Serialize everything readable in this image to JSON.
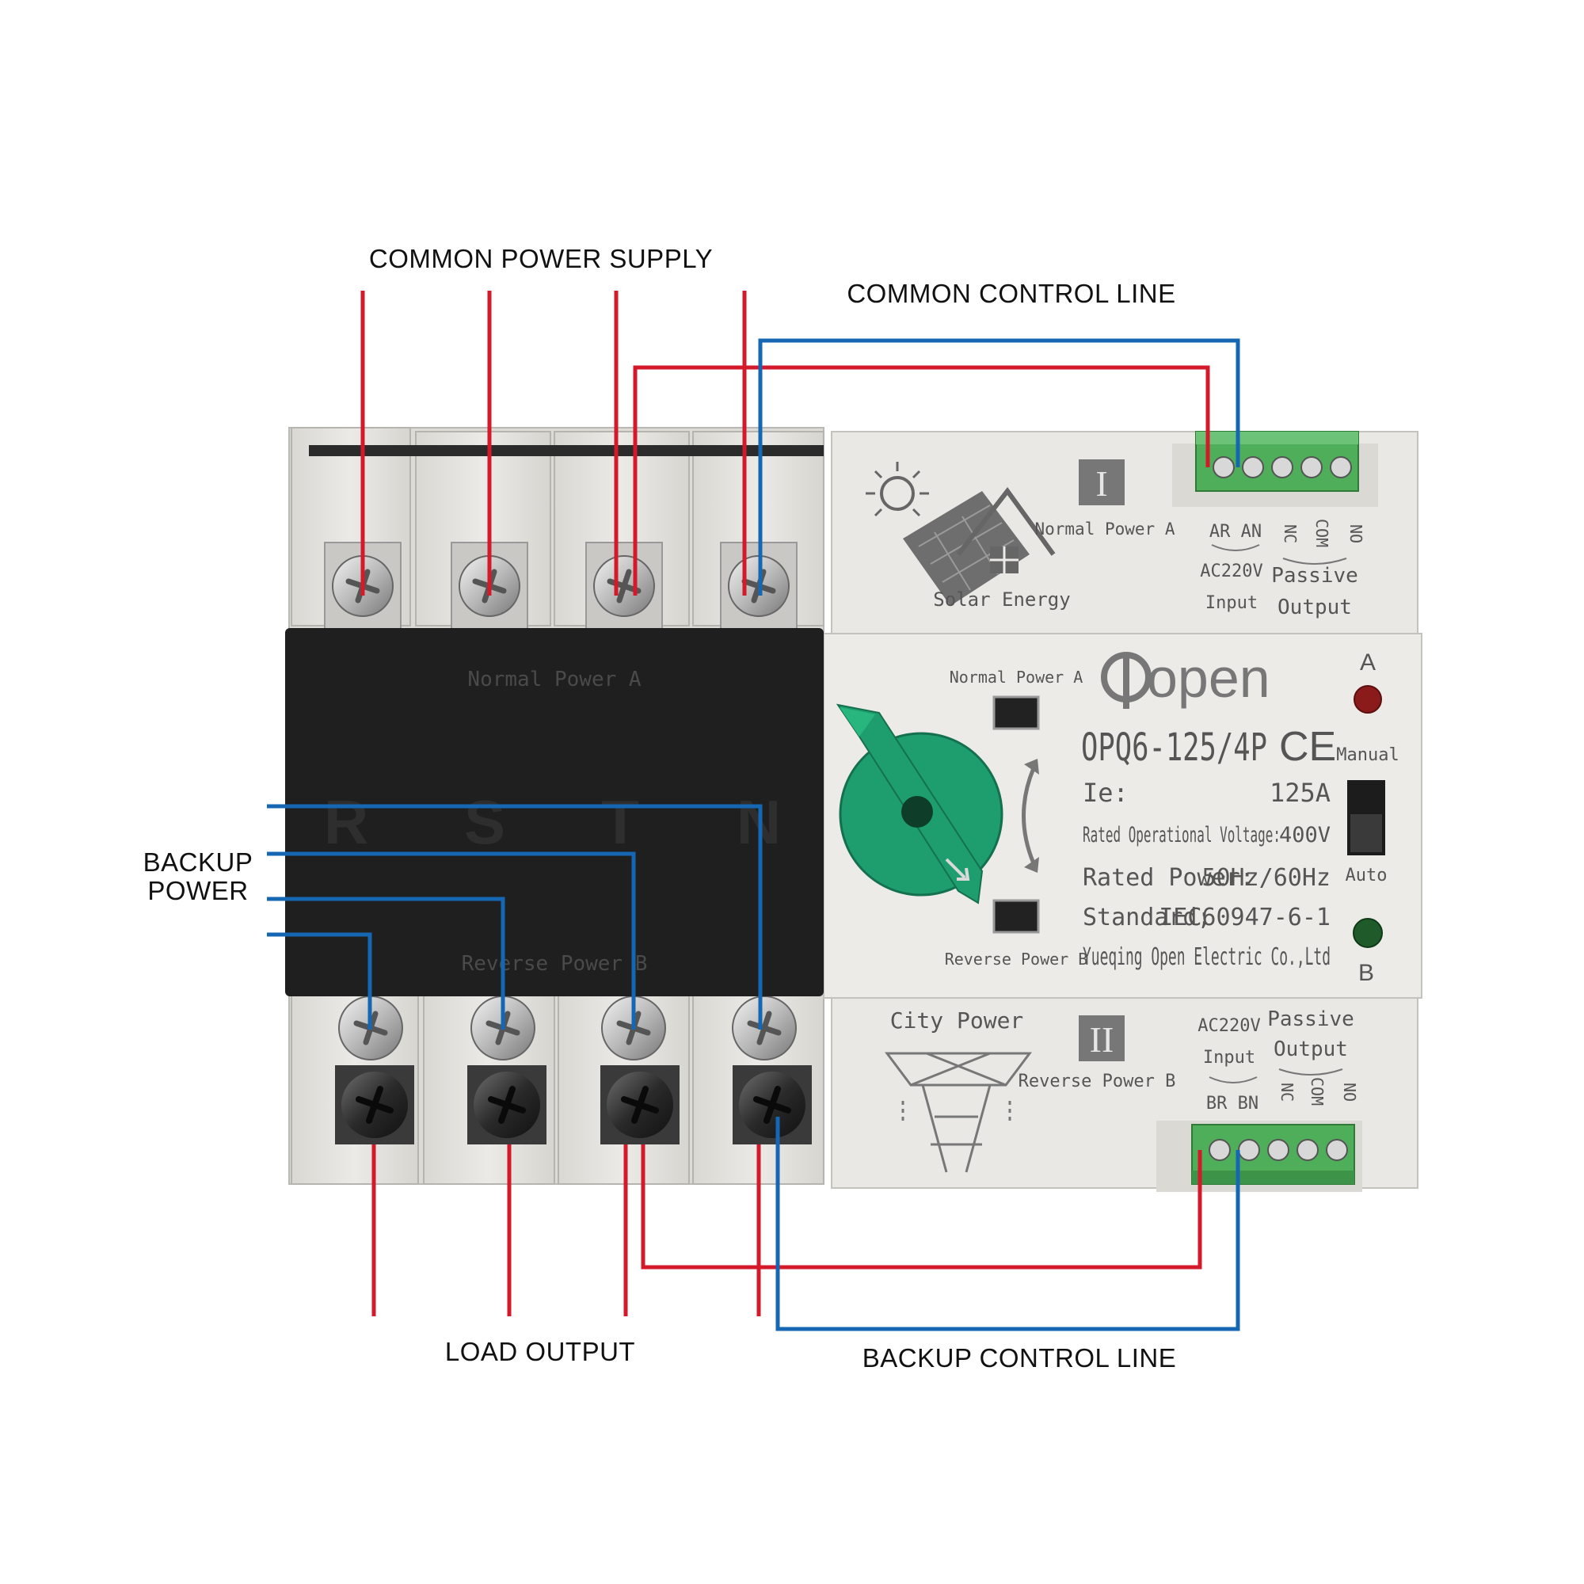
{
  "labels": {
    "common_power_supply": "COMMON POWER SUPPLY",
    "common_control_line": "COMMON CONTROL LINE",
    "backup_power_line1": "BACKUP",
    "backup_power_line2": "POWER",
    "load_output": "LOAD OUTPUT",
    "backup_control_line": "BACKUP CONTROL LINE"
  },
  "device": {
    "brand": "open",
    "model": "OPQ6-125/4P",
    "ce_mark": "CE",
    "ie_label": "Ie:",
    "ie_value": "125A",
    "voltage_label": "Rated Operational Voltage:",
    "voltage_value": "400V",
    "power_label": "Rated Power:",
    "power_value": "50Hz/60Hz",
    "standard_label": "Standard;",
    "standard_value": "IEC60947-6-1",
    "manufacturer": "Yueqing Open Electric Co.,Ltd",
    "indicator_a": "A",
    "indicator_b": "B",
    "manual": "Manual",
    "auto": "Auto",
    "switch_top_label": "Normal Power A",
    "switch_bottom_label": "Reverse Power B"
  },
  "top_module": {
    "roman": "I",
    "title": "Normal Power A",
    "icon_caption": "Solar Energy",
    "terminal_ar_an": "AR AN",
    "ac_input_1": "AC220V",
    "ac_input_2": "Input",
    "nc": "NC",
    "com": "COM",
    "no": "NO",
    "passive_1": "Passive",
    "passive_2": "Output"
  },
  "bottom_module": {
    "roman": "II",
    "title": "Reverse Power B",
    "icon_caption": "City Power",
    "terminal_br_bn": "BR BN",
    "ac_input_1": "AC220V",
    "ac_input_2": "Input",
    "nc": "NC",
    "com": "COM",
    "no": "NO",
    "passive_1": "Passive",
    "passive_2": "Output"
  },
  "black_cover": {
    "top_text": "Normal Power A",
    "bottom_text": "Reverse Power B",
    "phases": [
      "R",
      "S",
      "T",
      "N"
    ]
  },
  "colors": {
    "supply_wire": "#d4192a",
    "control_wire": "#1567b4",
    "body": "#e6e5e0",
    "cover": "#1f1f1f",
    "knob": "#1e9e6e",
    "terminal_block": "#4fae5a",
    "led_a": "#8b1a1a",
    "led_b": "#1f5a2a"
  },
  "icons": [
    "sun-icon",
    "solar-panel-icon",
    "house-icon",
    "power-tower-icon",
    "rotate-arrow-icon",
    "rotary-knob-icon",
    "screw-icon"
  ]
}
